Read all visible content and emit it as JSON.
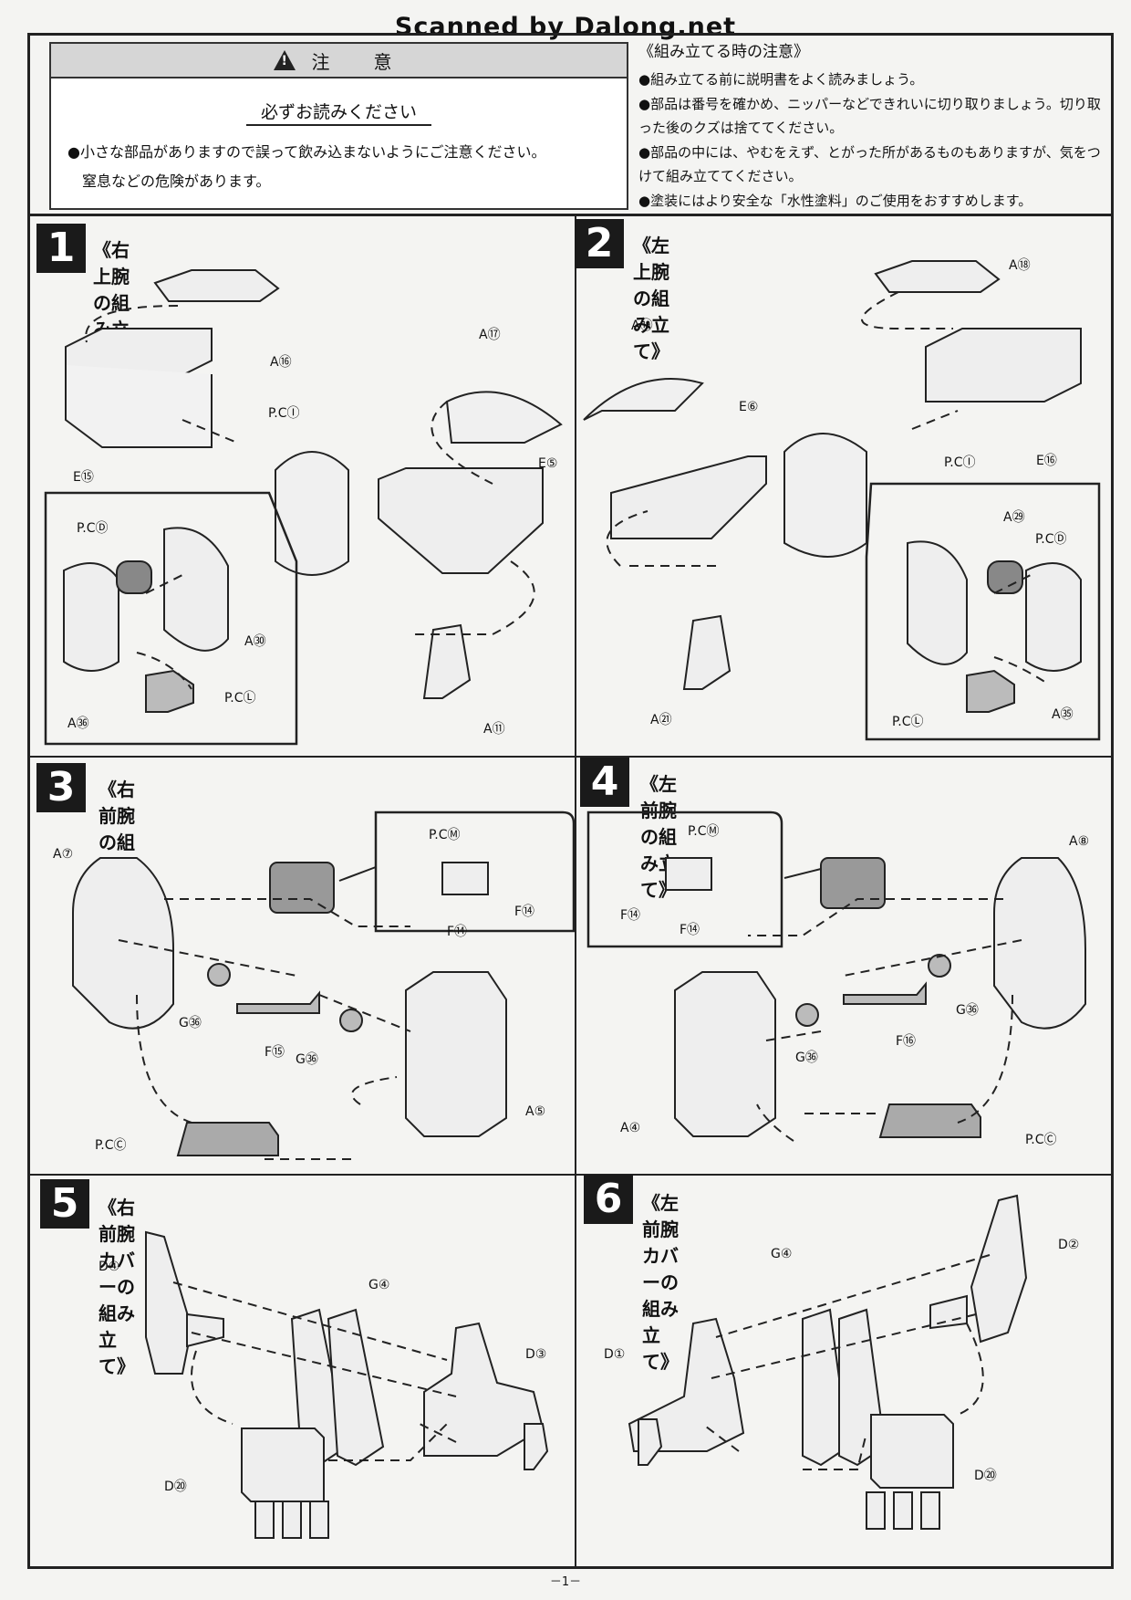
{
  "watermark": "Scanned by Dalong.net",
  "caution": {
    "heading": "注　意",
    "must_read": "必ずお読みください",
    "lines": [
      "●小さな部品がありますので誤って飲み込まないようにご注意ください。",
      "窒息などの危険があります。"
    ]
  },
  "notes": {
    "title": "《組み立てる時の注意》",
    "items": [
      "●組み立てる前に説明書をよく読みましょう。",
      "●部品は番号を確かめ、ニッパーなどできれいに切り取りましょう。切り取った後のクズは捨ててください。",
      "●部品の中には、やむをえず、とがった所があるものもありますが、気をつけて組み立ててください。",
      "●塗装にはより安全な「水性塗料」のご使用をおすすめします。"
    ]
  },
  "steps": [
    {
      "num": "1",
      "title": "《右上腕の組み立て》",
      "labels": [
        "A⑯",
        "P.CⒾ",
        "A⑰",
        "E⑮",
        "E⑤",
        "P.CⒹ",
        "A㉚",
        "P.CⓁ",
        "A㊱",
        "A⑪"
      ]
    },
    {
      "num": "2",
      "title": "《左上腕の組み立て》",
      "labels": [
        "A⑱",
        "A⑲",
        "E⑥",
        "P.CⒾ",
        "E⑯",
        "A㉙",
        "P.CⒹ",
        "A㉟",
        "P.CⓁ",
        "A㉑"
      ]
    },
    {
      "num": "3",
      "title": "《右前腕の組み立て》",
      "labels": [
        "A⑦",
        "P.CⓂ",
        "F⑭",
        "F⑭",
        "G㊱",
        "F⑮",
        "G㊱",
        "A⑤",
        "P.CⒸ"
      ]
    },
    {
      "num": "4",
      "title": "《左前腕の組み立て》",
      "labels": [
        "P.CⓂ",
        "F⑭",
        "F⑭",
        "A⑧",
        "G㊱",
        "F⑯",
        "G㊱",
        "A④",
        "P.CⒸ"
      ]
    },
    {
      "num": "5",
      "title": "《右前腕カバーの組み立て》",
      "labels": [
        "D④",
        "G④",
        "D③",
        "D⑳"
      ]
    },
    {
      "num": "6",
      "title": "《左前腕カバーの組み立て》",
      "labels": [
        "G④",
        "D②",
        "D①",
        "D⑳"
      ]
    }
  ],
  "page_number": "－1－"
}
